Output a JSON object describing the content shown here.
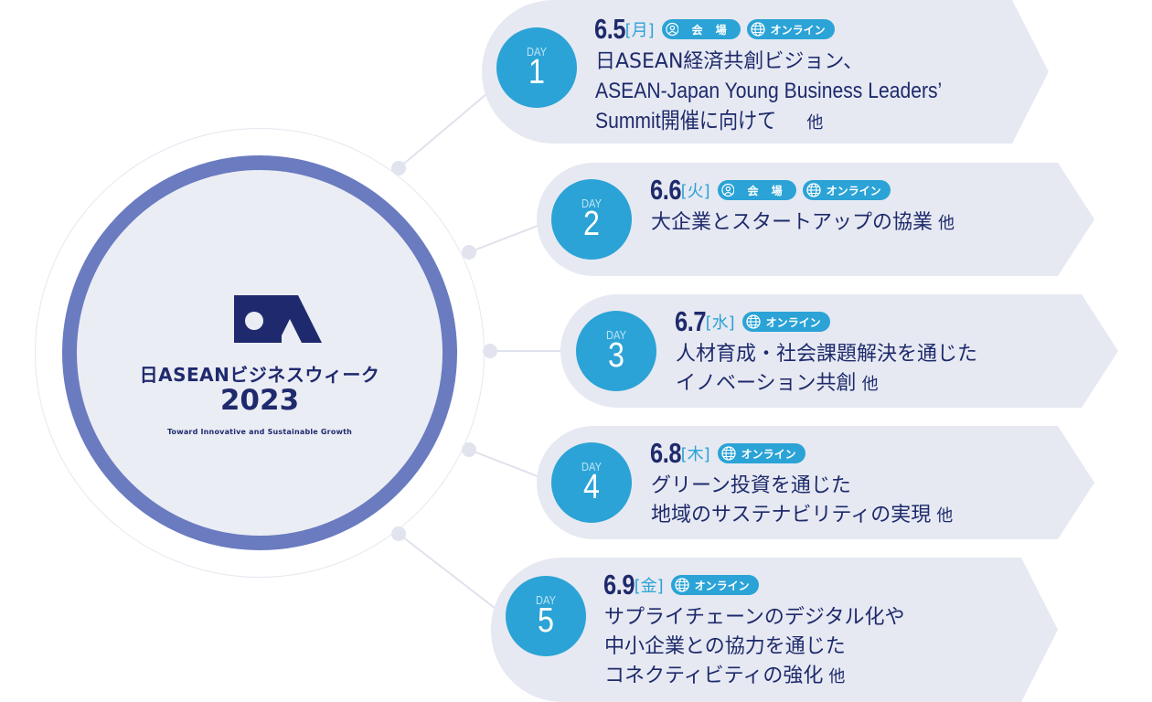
{
  "hub": {
    "name": "日ASEANビジネスウィーク",
    "year": "2023",
    "tagline": "Toward Innovative and Sustainable Growth"
  },
  "days": [
    {
      "day_label": "DAY",
      "number": "1",
      "date": "6.5",
      "weekday": "[月]",
      "venue": "会 場",
      "online": "オンライン",
      "lines": [
        "日ASEAN経済共創ビジョン、",
        "ASEAN-Japan Young Business Leaders’",
        "Summit開催に向けて"
      ],
      "other": "他"
    },
    {
      "day_label": "DAY",
      "number": "2",
      "date": "6.6",
      "weekday": "[火]",
      "venue": "会 場",
      "online": "オンライン",
      "lines": [
        "大企業とスタートアップの協業"
      ],
      "other": "他"
    },
    {
      "day_label": "DAY",
      "number": "3",
      "date": "6.7",
      "weekday": "[水]",
      "online": "オンライン",
      "lines": [
        "人材育成・社会課題解決を通じた",
        "イノベーション共創"
      ],
      "other": "他"
    },
    {
      "day_label": "DAY",
      "number": "4",
      "date": "6.8",
      "weekday": "[木]",
      "online": "オンライン",
      "lines": [
        "グリーン投資を通じた",
        "地域のサステナビリティの実現"
      ],
      "other": "他"
    },
    {
      "day_label": "DAY",
      "number": "5",
      "date": "6.9",
      "weekday": "[金]",
      "online": "オンライン",
      "lines": [
        "サプライチェーンのデジタル化や",
        "中小企業との協力を通じた",
        "コネクティビティの強化"
      ],
      "other": "他"
    }
  ],
  "colors": {
    "badge": "#2ba3d6",
    "ring": "#6a7bc0",
    "card": "#e6e9f2",
    "text": "#1e2a6b"
  },
  "icons": {
    "venue": "person-icon",
    "online": "globe-icon"
  }
}
